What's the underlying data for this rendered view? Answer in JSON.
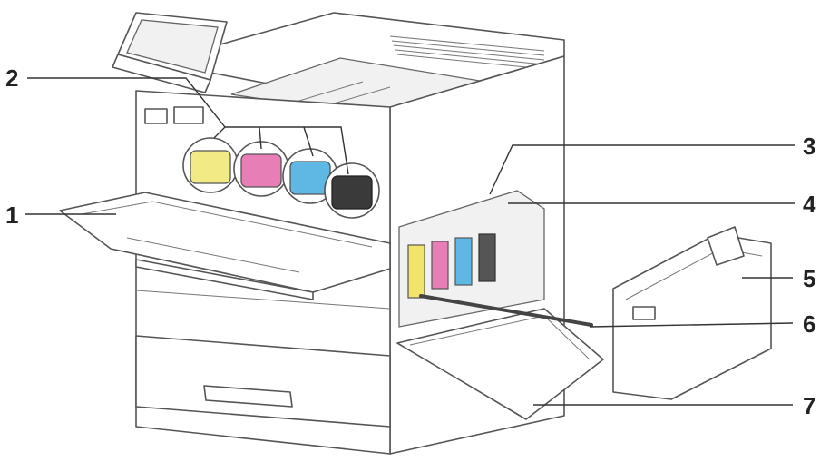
{
  "figure": {
    "callouts": [
      {
        "number": "1"
      },
      {
        "number": "2"
      },
      {
        "number": "3"
      },
      {
        "number": "4"
      },
      {
        "number": "5"
      },
      {
        "number": "6"
      },
      {
        "number": "7"
      }
    ],
    "cartridges": [
      {
        "color": "#f2ea84",
        "mark": "yellow"
      },
      {
        "color": "#e77fb6",
        "mark": "magenta"
      },
      {
        "color": "#5fb8e3",
        "mark": "cyan"
      },
      {
        "color": "#3a3a3a",
        "mark": "black"
      }
    ],
    "imaging_units": [
      {
        "color": "#f2e46a"
      },
      {
        "color": "#e77fb6"
      },
      {
        "color": "#5fb8e3"
      },
      {
        "color": "#555555"
      }
    ]
  }
}
